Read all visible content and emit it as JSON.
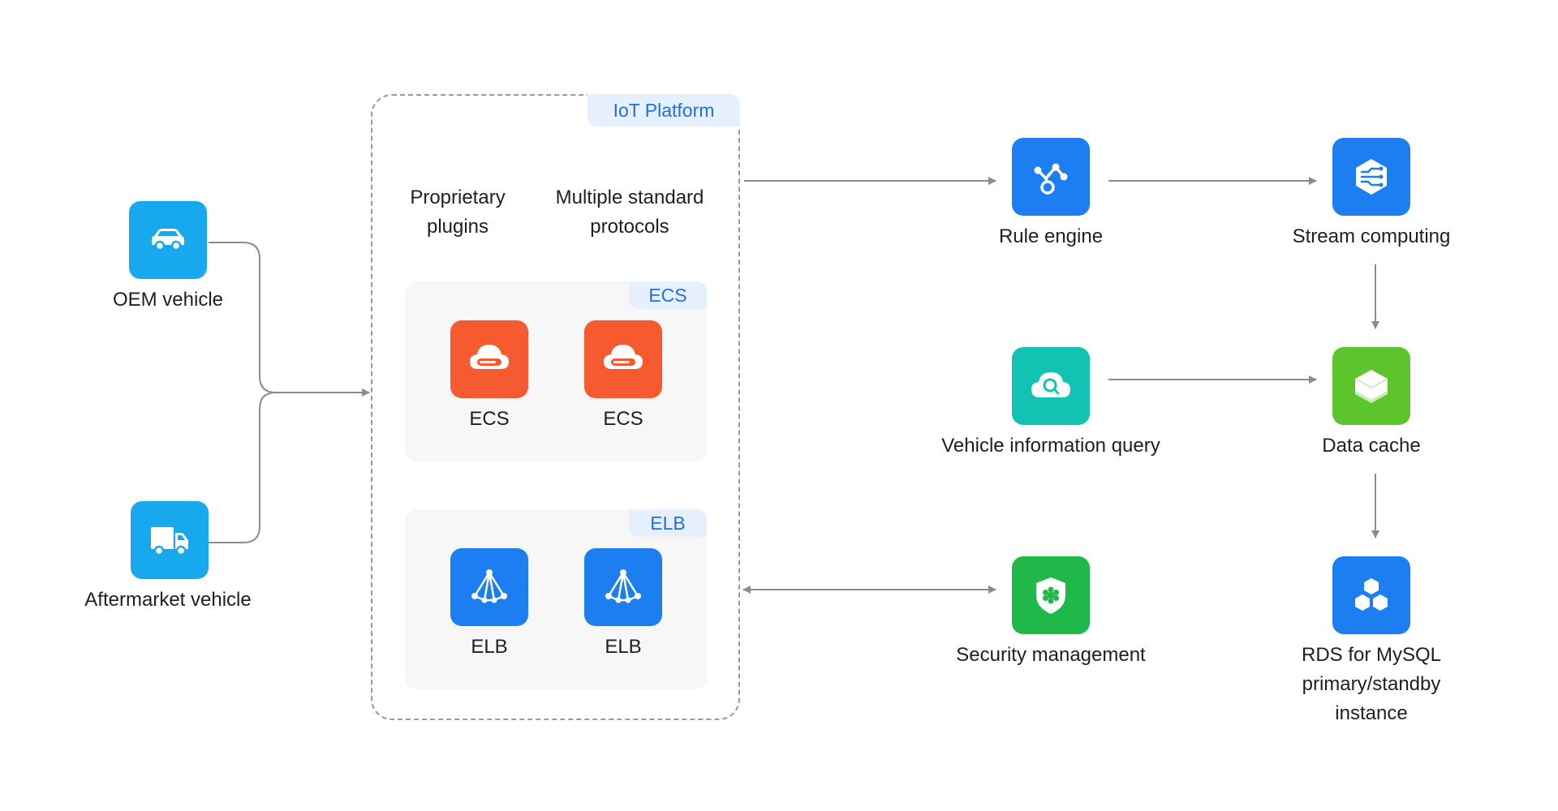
{
  "colors": {
    "blue": "#1c7ef0",
    "sky": "#18a8ee",
    "orange": "#f55a30",
    "teal": "#12c3b4",
    "green": "#5cc52e",
    "security_green": "#21b84a",
    "connector": "#8c8c8c",
    "tag_bg": "#e6f0ff",
    "tag_text": "#1f6fe5",
    "group_bg": "#f7f7f7"
  },
  "platform": {
    "tag": "IoT Platform",
    "plugins": "Proprietary plugins",
    "protocols": "Multiple standard protocols"
  },
  "ecs_group": {
    "tag": "ECS",
    "items": [
      {
        "label": "ECS",
        "icon": "cloud-server-icon"
      },
      {
        "label": "ECS",
        "icon": "cloud-server-icon"
      }
    ]
  },
  "elb_group": {
    "tag": "ELB",
    "items": [
      {
        "label": "ELB",
        "icon": "load-balancer-icon"
      },
      {
        "label": "ELB",
        "icon": "load-balancer-icon"
      }
    ]
  },
  "sources": {
    "oem": {
      "label": "OEM vehicle",
      "icon": "car-icon"
    },
    "aftermarket": {
      "label": "Aftermarket vehicle",
      "icon": "truck-icon"
    }
  },
  "services": {
    "rule_engine": {
      "label": "Rule engine",
      "icon": "rule-engine-icon"
    },
    "stream_computing": {
      "label": "Stream computing",
      "icon": "stream-computing-icon"
    },
    "vehicle_query": {
      "label": "Vehicle information query",
      "icon": "search-cloud-icon"
    },
    "data_cache": {
      "label": "Data cache",
      "icon": "cache-layers-icon"
    },
    "security": {
      "label": "Security management",
      "icon": "shield-icon"
    },
    "rds": {
      "label": "RDS for MySQL primary/standby instance",
      "icon": "database-cubes-icon"
    }
  }
}
